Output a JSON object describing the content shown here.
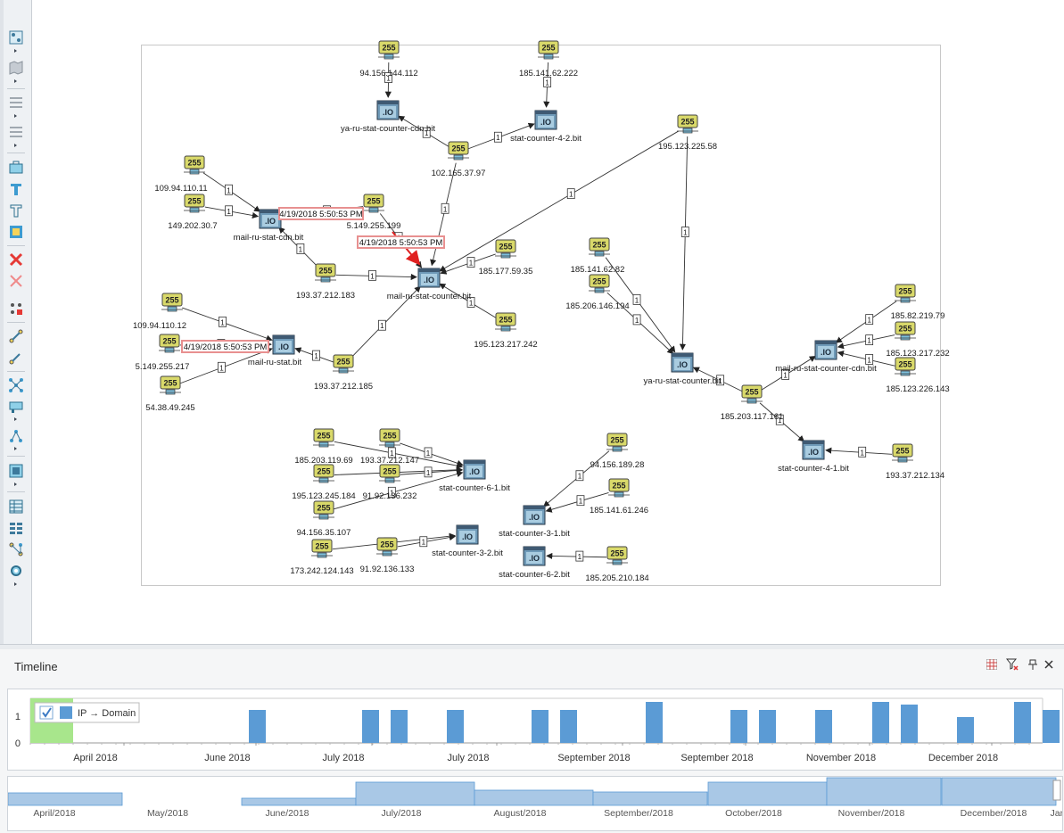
{
  "timeline": {
    "title": "Timeline",
    "legend_label": "IP → Domain",
    "y_ticks": [
      "1",
      "0"
    ],
    "x_ticks": [
      "April 2018",
      "June 2018",
      "July 2018",
      "July 2018",
      "September 2018",
      "September 2018",
      "November 2018",
      "December 2018"
    ],
    "overview_ticks": [
      "April/2018",
      "May/2018",
      "June/2018",
      "July/2018",
      "August/2018",
      "September/2018",
      "October/2018",
      "November/2018",
      "December/2018",
      "Jan"
    ]
  },
  "graph": {
    "ip_icon_text": "255",
    "domain_icon_text": ".IO",
    "edge_label": "1",
    "timestamp_label": "4/19/2018 5:50:53 PM",
    "ips": [
      "94.156.144.112",
      "185.141.62.222",
      "195.123.225.58",
      "102.165.37.97",
      "109.94.110.11",
      "149.202.30.7",
      "5.149.255.199",
      "185.177.59.35",
      "193.37.212.183",
      "195.123.217.242",
      "109.94.110.12",
      "5.149.255.217",
      "54.38.49.245",
      "193.37.212.185",
      "185.141.62.82",
      "185.206.146.194",
      "185.82.219.79",
      "185.123.217.232",
      "185.123.226.143",
      "185.203.117.161",
      "193.37.212.134",
      "185.203.119.69",
      "193.37.212.147",
      "195.123.245.184",
      "91.92.136.232",
      "94.156.35.107",
      "173.242.124.143",
      "91.92.136.133",
      "94.156.189.28",
      "185.141.61.246",
      "185.205.210.184"
    ],
    "domains": [
      "ya-ru-stat-counter-cdn.bit",
      "stat-counter-4-2.bit",
      "mail-ru-stat-cdn.bit",
      "mail-ru-stat-counter.bit",
      "mail-ru-stat.bit",
      "ya-ru-stat-counter.bit",
      "mail-ru-stat-counter-cdn.bit",
      "stat-counter-4-1.bit",
      "stat-counter-6-1.bit",
      "stat-counter-3-2.bit",
      "stat-counter-3-1.bit",
      "stat-counter-6-2.bit"
    ]
  },
  "toolbar": {
    "icons": [
      "select-nodes-icon",
      "map-icon",
      "list-icon",
      "list-alt-icon",
      "toolbox-icon",
      "text-icon",
      "text-outline-icon",
      "frame-icon",
      "delete-icon",
      "delete-outline-icon",
      "unlink-icon",
      "link-icon",
      "link-alt-icon",
      "network-icon",
      "layout-icon",
      "tree-icon",
      "box-icon",
      "table-icon",
      "columns-icon",
      "graph-icon",
      "settings-icon"
    ]
  },
  "colors": {
    "ip_node": "#d9d96a",
    "domain_node": "#6f9ab8",
    "bar": "#5b9bd5",
    "highlight": "#a8e68c",
    "overview": "#a9c8e6"
  }
}
